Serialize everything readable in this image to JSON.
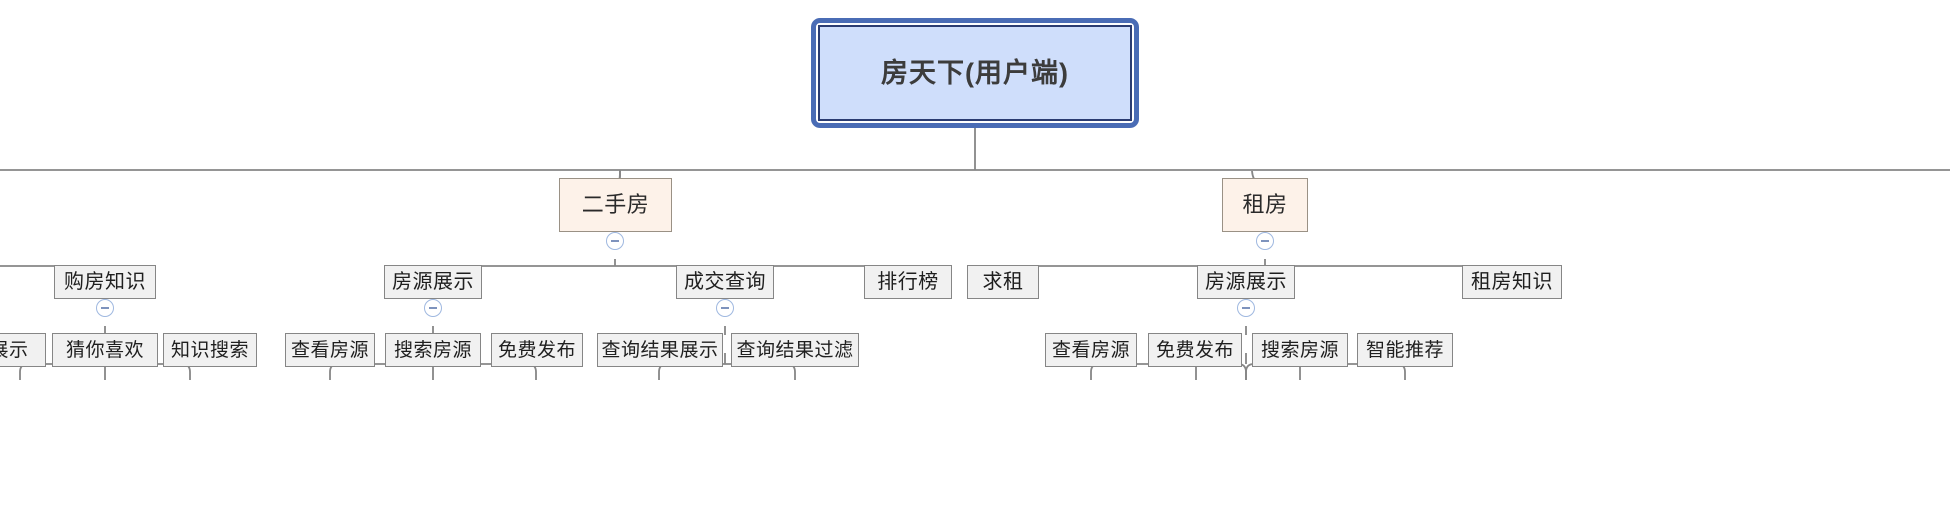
{
  "diagram": {
    "type": "mind-map-tree",
    "title": "房天下(用户端)",
    "orientation": "top-down",
    "colors": {
      "root_fill": "#cfdefb",
      "root_border": "#2b3c72",
      "root_selection": "#4a6cb5",
      "category_fill": "#fdf2e9",
      "category_border": "#9a9185",
      "node_fill": "#f1f1f1",
      "node_border": "#868686",
      "edge": "#868686",
      "toggle_border": "#9fb8e0",
      "toggle_glyph": "#7e93bd"
    }
  },
  "root": {
    "label": "房天下(用户端)",
    "selected": true
  },
  "categories": [
    {
      "id": "ershoufang",
      "label": "二手房",
      "collapsible": true,
      "toggle": "minus"
    },
    {
      "id": "zufang",
      "label": "租房",
      "collapsible": true,
      "toggle": "minus"
    }
  ],
  "branches": [
    {
      "id": "gou-fang-zhi-shi",
      "label": "购房知识",
      "collapsible": true,
      "toggle": "minus",
      "children": [
        {
          "label": "展示",
          "clipped": true
        },
        {
          "label": "猜你喜欢"
        },
        {
          "label": "知识搜索"
        }
      ]
    },
    {
      "id": "fang-yuan-zhan-shi-1",
      "label": "房源展示",
      "collapsible": true,
      "toggle": "minus",
      "children": [
        {
          "label": "查看房源"
        },
        {
          "label": "搜索房源"
        },
        {
          "label": "免费发布"
        }
      ]
    },
    {
      "id": "cheng-jiao-cha-xun",
      "label": "成交查询",
      "collapsible": true,
      "toggle": "minus",
      "children": [
        {
          "label": "查询结果展示"
        },
        {
          "label": "查询结果过滤"
        }
      ]
    },
    {
      "id": "pai-hang-bang",
      "label": "排行榜",
      "collapsible": false,
      "children": []
    },
    {
      "id": "qiu-zu",
      "label": "求租",
      "collapsible": false,
      "children": []
    },
    {
      "id": "fang-yuan-zhan-shi-2",
      "label": "房源展示",
      "collapsible": true,
      "toggle": "minus",
      "children": [
        {
          "label": "查看房源"
        },
        {
          "label": "免费发布"
        },
        {
          "label": "搜索房源"
        },
        {
          "label": "智能推荐"
        }
      ]
    },
    {
      "id": "zu-fang-zhi-shi",
      "label": "租房知识",
      "collapsible": false,
      "children": []
    }
  ],
  "nodes": {
    "root": {
      "label": "房天下(用户端)"
    },
    "cat_0": {
      "label": "二手房"
    },
    "cat_1": {
      "label": "租房"
    },
    "b0": {
      "label": "购房知识"
    },
    "b0_c0": {
      "label": "展示"
    },
    "b0_c1": {
      "label": "猜你喜欢"
    },
    "b0_c2": {
      "label": "知识搜索"
    },
    "b1": {
      "label": "房源展示"
    },
    "b1_c0": {
      "label": "查看房源"
    },
    "b1_c1": {
      "label": "搜索房源"
    },
    "b1_c2": {
      "label": "免费发布"
    },
    "b2": {
      "label": "成交查询"
    },
    "b2_c0": {
      "label": "查询结果展示"
    },
    "b2_c1": {
      "label": "查询结果过滤"
    },
    "b3": {
      "label": "排行榜"
    },
    "b4": {
      "label": "求租"
    },
    "b5": {
      "label": "房源展示"
    },
    "b5_c0": {
      "label": "查看房源"
    },
    "b5_c1": {
      "label": "免费发布"
    },
    "b5_c2": {
      "label": "搜索房源"
    },
    "b5_c3": {
      "label": "智能推荐"
    },
    "b6": {
      "label": "租房知识"
    }
  }
}
